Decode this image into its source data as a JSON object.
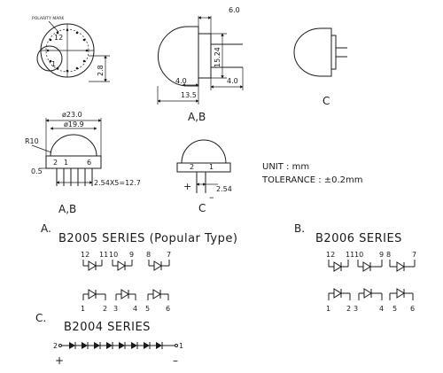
{
  "top_left": {
    "polarity_mark": "POLARITY MARK",
    "pin_12": "12",
    "pin_1": "1",
    "dim_2_8": "2.8"
  },
  "side_view": {
    "dim_6_0": "6.0",
    "dim_15_24": "15.24",
    "dim_4_0_left": "4.0",
    "dim_4_0_right": "4.0",
    "dim_13_5": "13.5",
    "label": "A,B"
  },
  "side_view_c": {
    "label": "C"
  },
  "front_view": {
    "dim_23_0": "ø23.0",
    "dim_19_9": "ø19.9",
    "dim_r10": "R10",
    "dim_0_5": "0.5",
    "pin_2": "2",
    "pin_1": "1",
    "pin_6": "6",
    "dim_pitch": "2.54X5=12.7",
    "label": "A,B"
  },
  "front_view_c": {
    "pin_2": "2",
    "pin_1": "1",
    "plus": "+",
    "minus": "–",
    "dim_2_54": "2.54",
    "label": "C"
  },
  "notes": {
    "unit": "UNIT : mm",
    "tolerance": "TOLERANCE : ±0.2mm"
  },
  "series_a": {
    "letter": "A.",
    "title": "B2005 SERIES (Popular Type)",
    "top_pins": [
      "12",
      "11",
      "10",
      "9",
      "8",
      "7"
    ],
    "bottom_pins": [
      "1",
      "2",
      "3",
      "4",
      "5",
      "6"
    ]
  },
  "series_b": {
    "letter": "B.",
    "title": "B2006 SERIES",
    "top_pins": [
      "12",
      "11",
      "10",
      "9",
      "8",
      "7"
    ],
    "bottom_pins": [
      "1",
      "2",
      "3",
      "4",
      "5",
      "6"
    ]
  },
  "series_c": {
    "letter": "C.",
    "title": "B2004 SERIES",
    "left_pin": "2",
    "right_pin": "1",
    "plus": "+",
    "minus": "–"
  }
}
